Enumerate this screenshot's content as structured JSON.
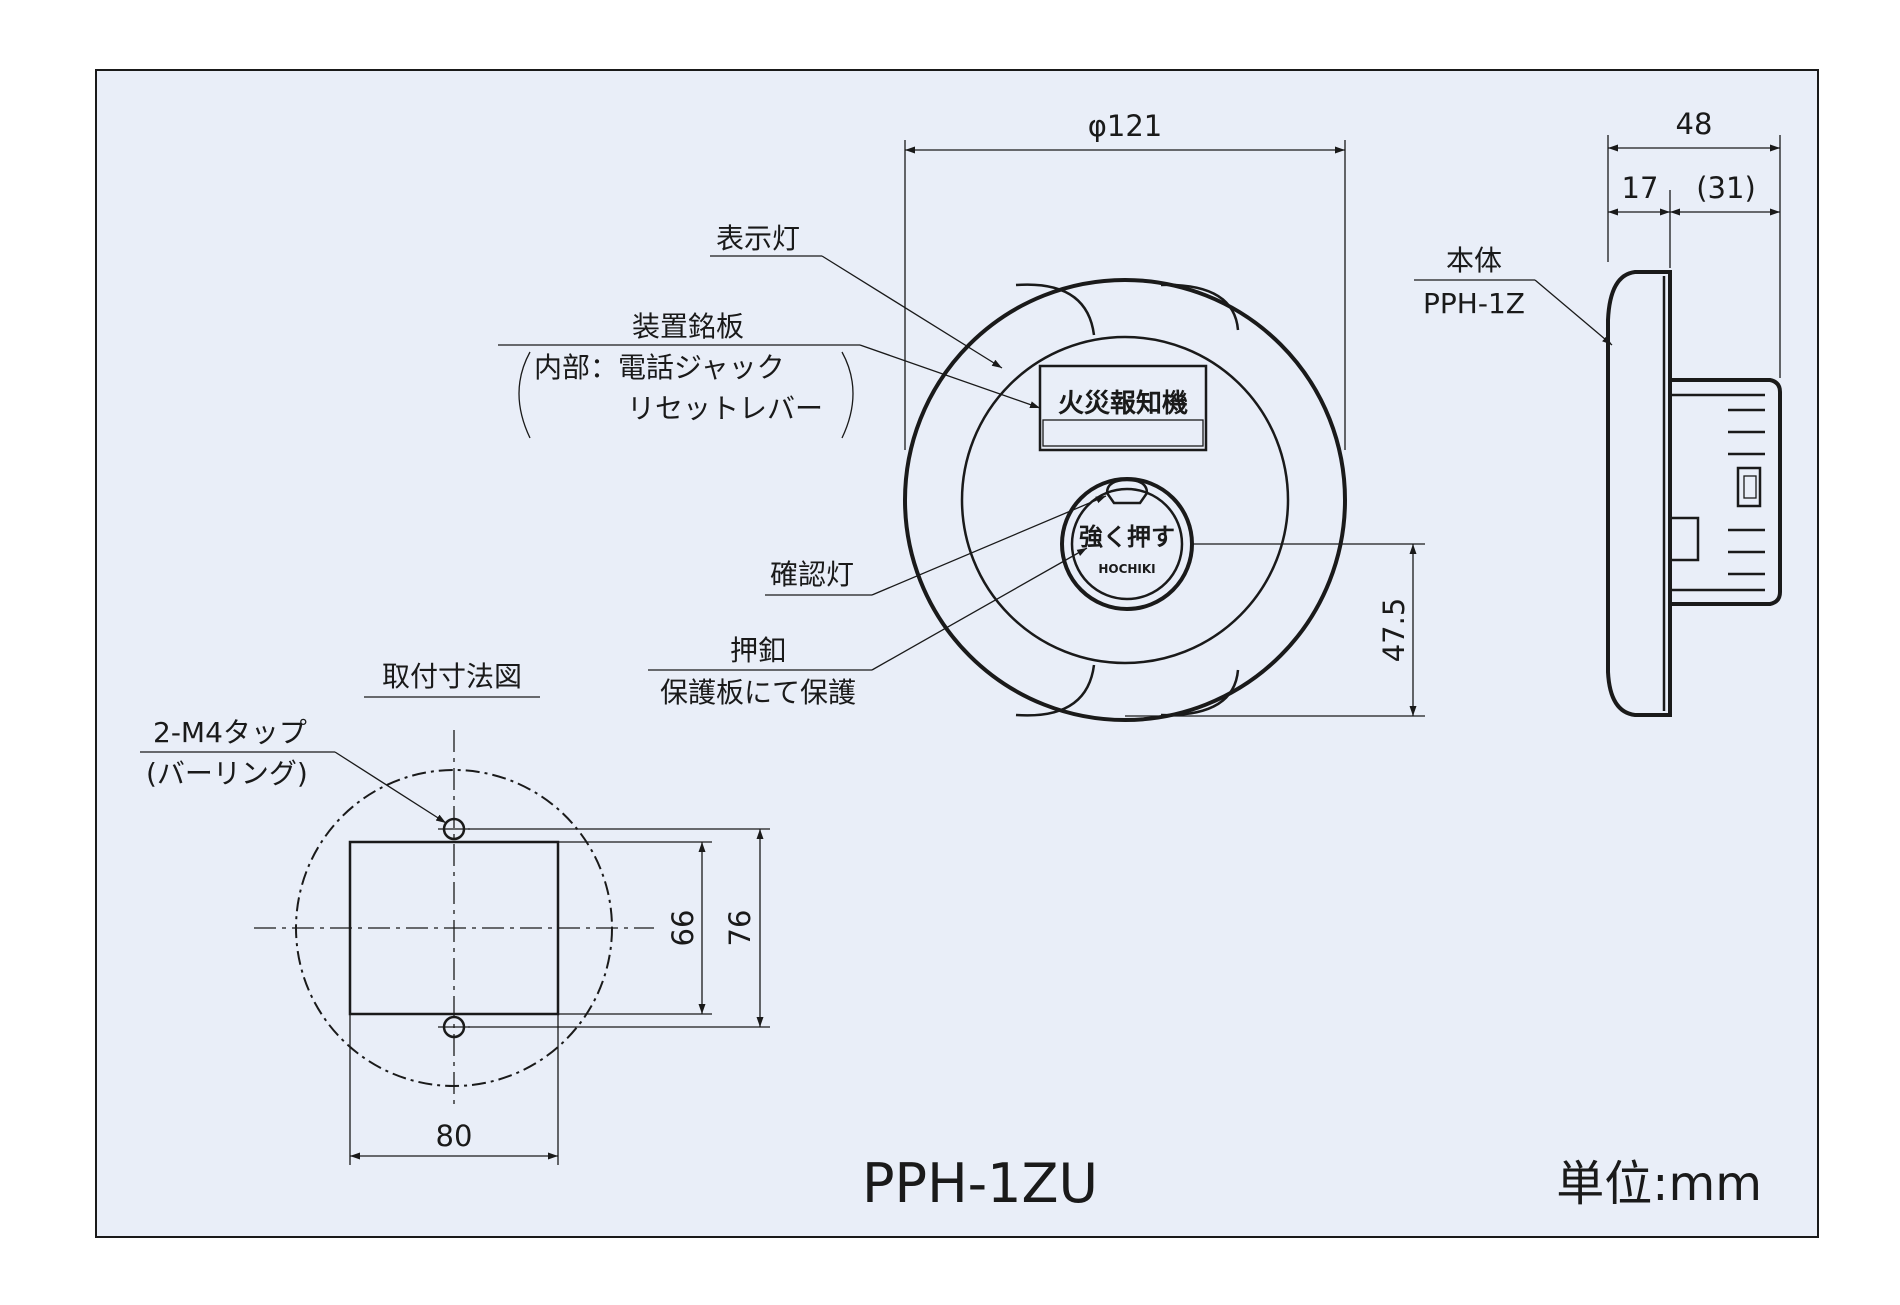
{
  "colors": {
    "panel_bg": "#e9eef8",
    "line": "#1a1a1a",
    "nameplate_bg": "#ffffff"
  },
  "front_view": {
    "diameter_dim": "φ121",
    "indicator_lamp_label": "表示灯",
    "nameplate_label": "装置銘板",
    "nameplate_inner_line1": "内部：電話ジャック",
    "nameplate_inner_line2": "リセットレバー",
    "nameplate_text": "火災報知機",
    "confirm_lamp_label": "確認灯",
    "button_label_line1": "押釦",
    "button_label_line2": "保護板にて保護",
    "button_text": "強く押す",
    "maker_mark": "HOCHIKI",
    "height_dim": "47.5"
  },
  "side_view": {
    "total_dim": "48",
    "front_depth_dim": "17",
    "rear_depth_dim": "(31)",
    "body_label_line1": "本体",
    "body_label_line2": "PPH-1Z"
  },
  "mount_view": {
    "title": "取付寸法図",
    "tap_label_line1": "2-M4タップ",
    "tap_label_line2": "(バーリング)",
    "dim_inner_v": "66",
    "dim_outer_v": "76",
    "dim_width": "80"
  },
  "model_name": "PPH-1ZU",
  "unit_label": "単位:mm"
}
